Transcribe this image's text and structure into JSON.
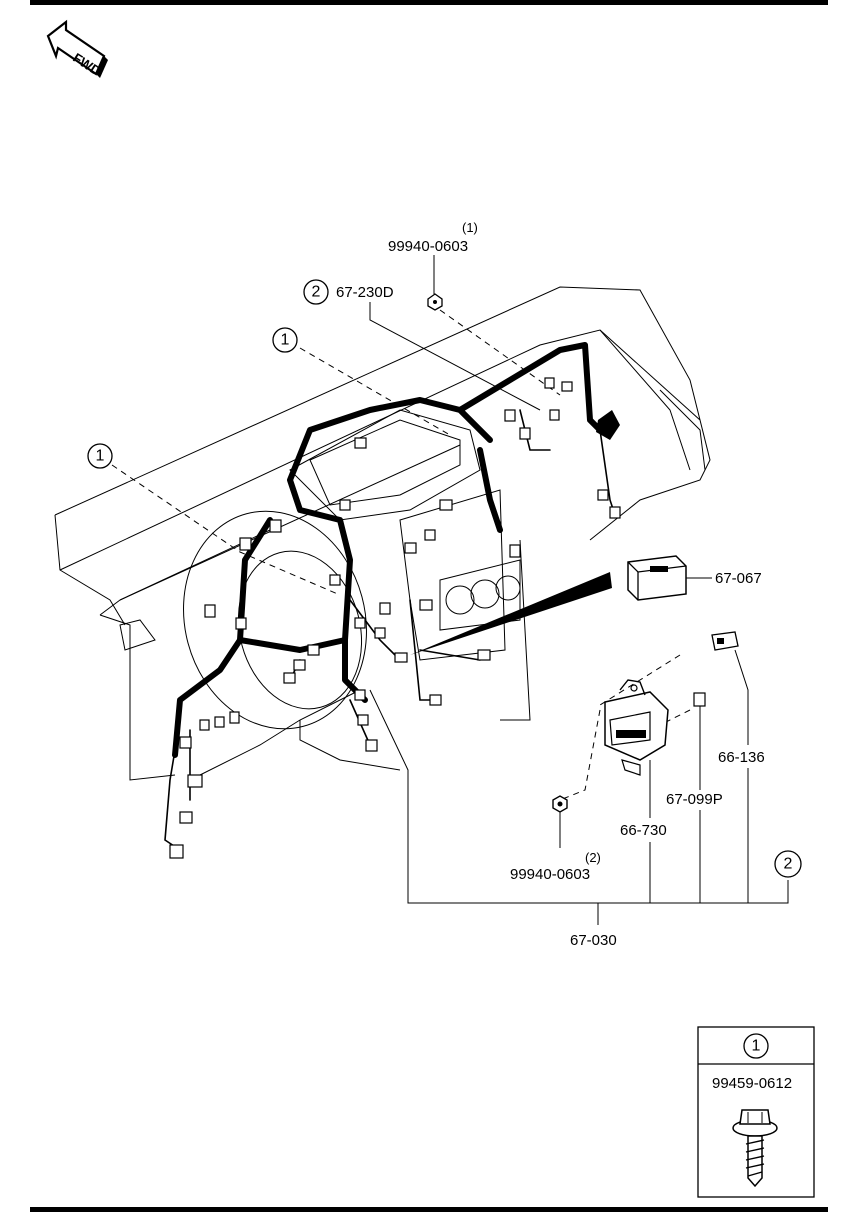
{
  "fwd_label": "FWD",
  "callouts": {
    "c1_top": "1",
    "c1_left": "1",
    "c2_top": "2",
    "c2_right": "2",
    "c1_box": "1"
  },
  "parts": {
    "bolt_top": "99940-0603",
    "bolt_top_qty": "(1)",
    "harness_aux": "67-230D",
    "connector_67067": "67-067",
    "connector_66136": "66-136",
    "connector_67099p": "67-099P",
    "unit_66730": "66-730",
    "bolt_bottom": "99940-0603",
    "bolt_bottom_qty": "(2)",
    "harness_main": "67-030"
  },
  "legend_box": {
    "part_number": "99459-0612"
  }
}
